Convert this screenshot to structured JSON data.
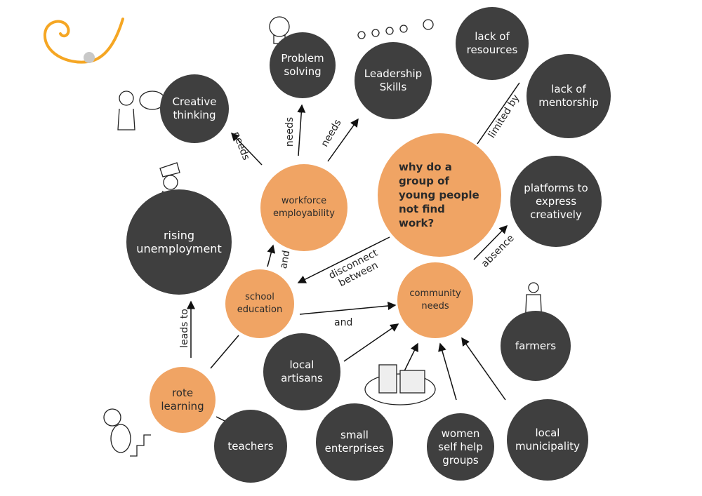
{
  "colors": {
    "dark": "#3f3f3f",
    "orange": "#f0a464",
    "logo": "#f5a623"
  },
  "nodes": {
    "creative": "Creative thinking",
    "problem": "Problem solving",
    "leadership": "Leadership Skills",
    "resources": "lack of resources",
    "mentorship": "lack of mentorship",
    "question": "why do a group of young people not find work?",
    "platforms": "platforms to express creatively",
    "workforce": "workforce employability",
    "unemployment": "rising unemployment",
    "school": "school education",
    "community": "community needs",
    "farmers": "farmers",
    "artisans": "local artisans",
    "rote": "rote learning",
    "teachers": "teachers",
    "enterprises": "small enterprises",
    "women": "women self help groups",
    "municipality": "local municipality"
  },
  "labels": {
    "needs1": "needs",
    "needs2": "needs",
    "needs3": "needs",
    "limited_by": "limited by",
    "absence": "absence",
    "disconnect": "disconnect between",
    "and1": "and",
    "and2": "and",
    "leads_to": "leads to"
  }
}
